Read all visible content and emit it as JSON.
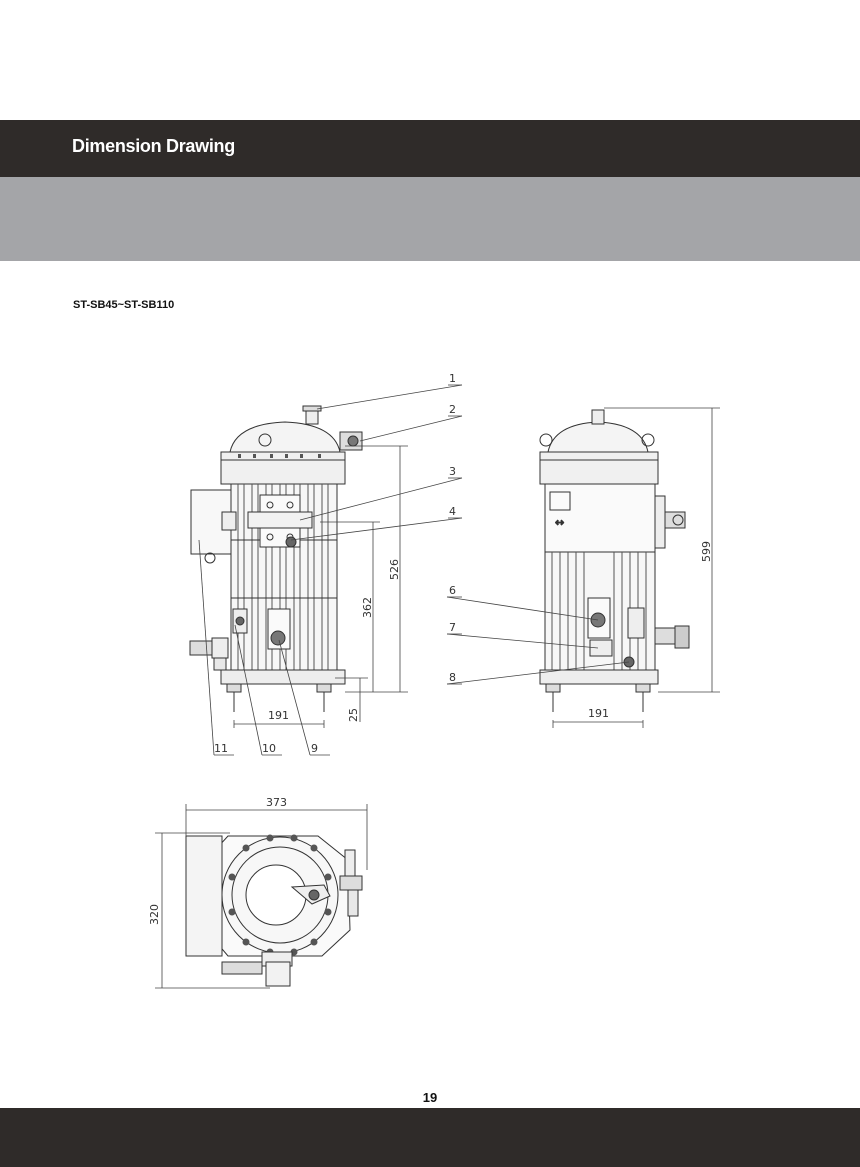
{
  "header": {
    "title": "Dimension Drawing"
  },
  "model": {
    "label": "ST-SB45~ST-SB110"
  },
  "callouts": [
    "1",
    "2",
    "3",
    "4",
    "6",
    "7",
    "8",
    "9",
    "10",
    "11"
  ],
  "dimensions": {
    "front_width": "191",
    "front_height_total": "526",
    "front_height_mid": "362",
    "front_foot": "25",
    "side_width": "191",
    "side_height": "599",
    "top_width": "373",
    "top_depth": "320"
  },
  "page": {
    "number": "19"
  }
}
